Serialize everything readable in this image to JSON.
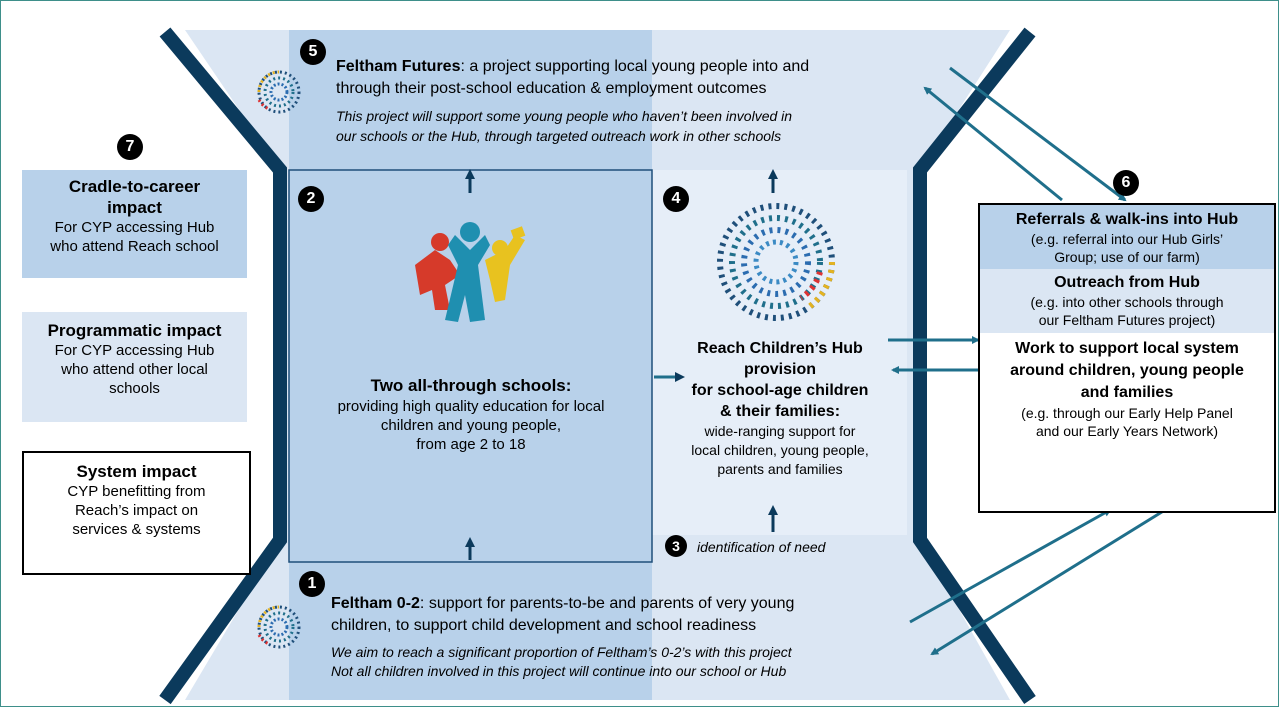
{
  "colors": {
    "dark_navy": "#0b3a5c",
    "light_blue": "#dbe6f3",
    "mid_blue": "#b8d1ea",
    "teal_arrow": "#1f6f8b",
    "outline_teal": "#3e8f8a"
  },
  "markers": [
    "1",
    "2",
    "3",
    "4",
    "5",
    "6",
    "7"
  ],
  "futures": {
    "name": "Feltham Futures",
    "desc_line1": ": a project supporting local young people into and",
    "desc_line2": "through their post-school education & employment outcomes",
    "note_line1": "This project will support some young people who haven’t been involved in",
    "note_line2": "our schools or the Hub, through targeted outreach work in other schools"
  },
  "feltham02": {
    "name": "Feltham 0-2",
    "desc_line1": ": support for parents-to-be and parents of very young",
    "desc_line2": "children, to support child development and school readiness",
    "note_line1": "We aim to reach a significant proportion of Feltham’s 0-2’s with this project",
    "note_line2": "Not all children involved in this project will continue into our school or Hub"
  },
  "schools": {
    "title": "Two all-through schools:",
    "desc_line1": "providing high quality education for local",
    "desc_line2": "children and young people,",
    "desc_line3": "from age 2 to 18"
  },
  "hub": {
    "title_line1": "Reach Children’s Hub",
    "title_line2": "provision",
    "title_line3": "for school-age children",
    "title_line4": "& their families:",
    "desc_line1": "wide-ranging support for",
    "desc_line2": "local children, young people,",
    "desc_line3": "parents and families"
  },
  "identification": "identification of need",
  "left_boxes": {
    "cradle_title_1": "Cradle-to-career",
    "cradle_title_2": "impact",
    "cradle_desc_1": "For CYP accessing Hub",
    "cradle_desc_2": "who attend Reach school",
    "prog_title": "Programmatic impact",
    "prog_desc_1": "For CYP accessing Hub",
    "prog_desc_2": "who attend other local",
    "prog_desc_3": "schools",
    "system_title": "System impact",
    "system_desc_1": "CYP benefitting from",
    "system_desc_2": "Reach’s impact on",
    "system_desc_3": "services & systems"
  },
  "right_box": {
    "referrals_title": "Referrals & walk-ins into Hub",
    "referrals_desc_1": "(e.g. referral into our Hub Girls’",
    "referrals_desc_2": "Group; use of our farm)",
    "outreach_title": "Outreach from Hub",
    "outreach_desc_1": "(e.g. into other schools through",
    "outreach_desc_2": "our Feltham Futures project)",
    "work_title_1": "Work to support local system",
    "work_title_2": "around children, young people",
    "work_title_3": "and families",
    "work_desc_1": "(e.g. through our Early Help Panel",
    "work_desc_2": "and our Early Years Network)"
  }
}
